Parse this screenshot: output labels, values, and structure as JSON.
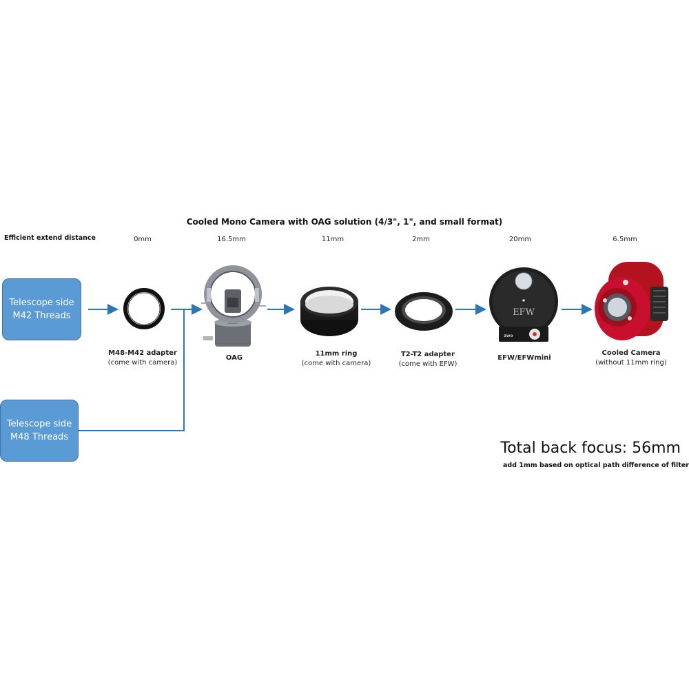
{
  "title": "Cooled Mono Camera with OAG solution (4/3\", 1\", and small format)",
  "efficient_label": "Efficient extend distance",
  "distances": [
    "0mm",
    "16.5mm",
    "11mm",
    "2mm",
    "20mm",
    "6.5mm"
  ],
  "telescope_sides": [
    {
      "line1": "Telescope side",
      "line2": "M42 Threads"
    },
    {
      "line1": "Telescope side",
      "line2": "M48 Threads"
    }
  ],
  "components": [
    {
      "name": "M48-M42 adapter",
      "sub": "(come with camera)"
    },
    {
      "name": "OAG",
      "sub": ""
    },
    {
      "name": "11mm ring",
      "sub": "(come with camera)"
    },
    {
      "name": "T2-T2 adapter",
      "sub": "(come with EFW)"
    },
    {
      "name": "EFW/EFWmini",
      "sub": ""
    },
    {
      "name": "Cooled Camera",
      "sub": "(without 11mm ring)"
    }
  ],
  "efw_label": "EFW",
  "efw_brand": "zwo",
  "total": "Total back focus: 56mm",
  "note": "add 1mm based on optical path difference of filter",
  "colors": {
    "arrow": "#2e75b6",
    "box": "#5b9bd5",
    "camera_red": "#c8102e"
  }
}
